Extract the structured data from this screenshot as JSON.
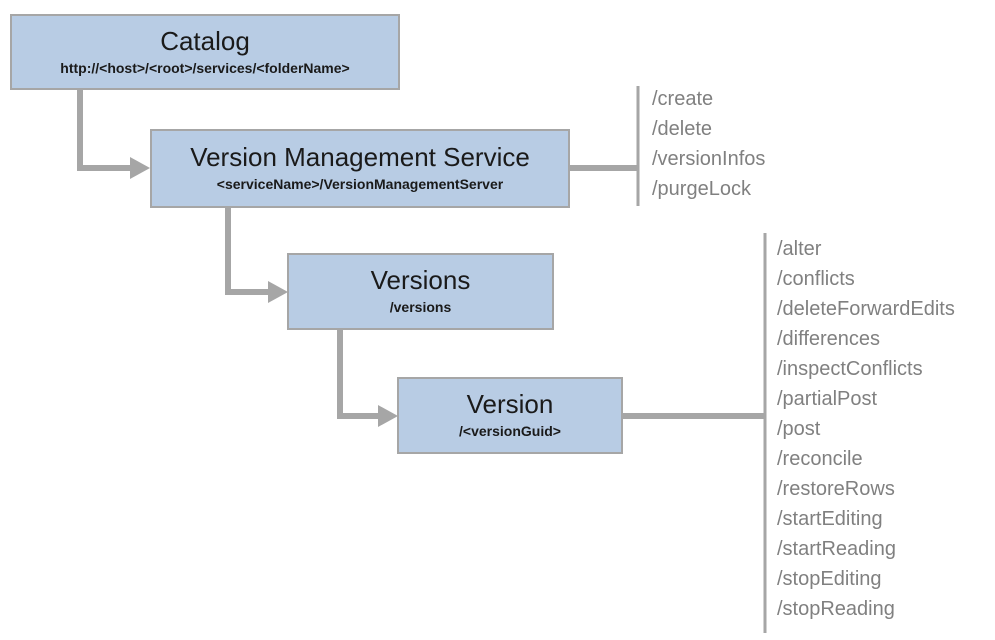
{
  "diagram": {
    "nodes": {
      "catalog": {
        "title": "Catalog",
        "subtitle": "http://<host>/<root>/services/<folderName>"
      },
      "vms": {
        "title": "Version Management Service",
        "subtitle": "<serviceName>/VersionManagementServer"
      },
      "versions": {
        "title": "Versions",
        "subtitle": "/versions"
      },
      "version": {
        "title": "Version",
        "subtitle": "/<versionGuid>"
      }
    },
    "vms_operations": [
      "/create",
      "/delete",
      "/versionInfos",
      "/purgeLock"
    ],
    "version_operations": [
      "/alter",
      "/conflicts",
      "/deleteForwardEdits",
      "/differences",
      "/inspectConflicts",
      "/partialPost",
      "/post",
      "/reconcile",
      "/restoreRows",
      "/startEditing",
      "/startReading",
      "/stopEditing",
      "/stopReading"
    ],
    "colors": {
      "box_fill": "#b8cce4",
      "box_border": "#a6a6a6",
      "connector": "#a6a6a6",
      "operation_text": "#808080",
      "title_text": "#1a1a1a"
    }
  }
}
